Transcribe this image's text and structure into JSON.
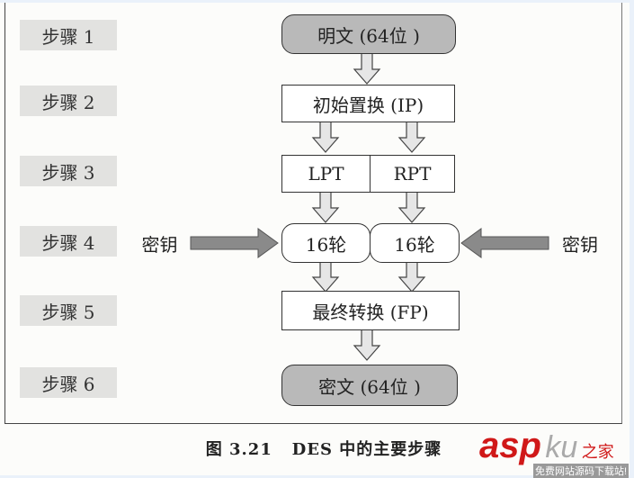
{
  "steps": [
    "步骤 1",
    "步骤 2",
    "步骤 3",
    "步骤 4",
    "步骤 5",
    "步骤 6"
  ],
  "nodes": {
    "plaintext": "明文 (64位 )",
    "ip": "初始置换 (IP)",
    "lpt": "LPT",
    "rpt": "RPT",
    "round_left": "16轮",
    "round_right": "16轮",
    "fp": "最终转换 (FP)",
    "ciphertext": "密文 (64位 )"
  },
  "key_left": "密钥",
  "key_right": "密钥",
  "caption": "图 3.21   DES 中的主要步骤",
  "watermark": {
    "brand": "asp",
    "brand2": "ku",
    "name": "之家",
    "slogan": "免费网站源码下载站!"
  },
  "colors": {
    "step_bg": "#e2e2e0",
    "terminal_bg": "#b9b9b9",
    "watermark": "#d01818"
  }
}
